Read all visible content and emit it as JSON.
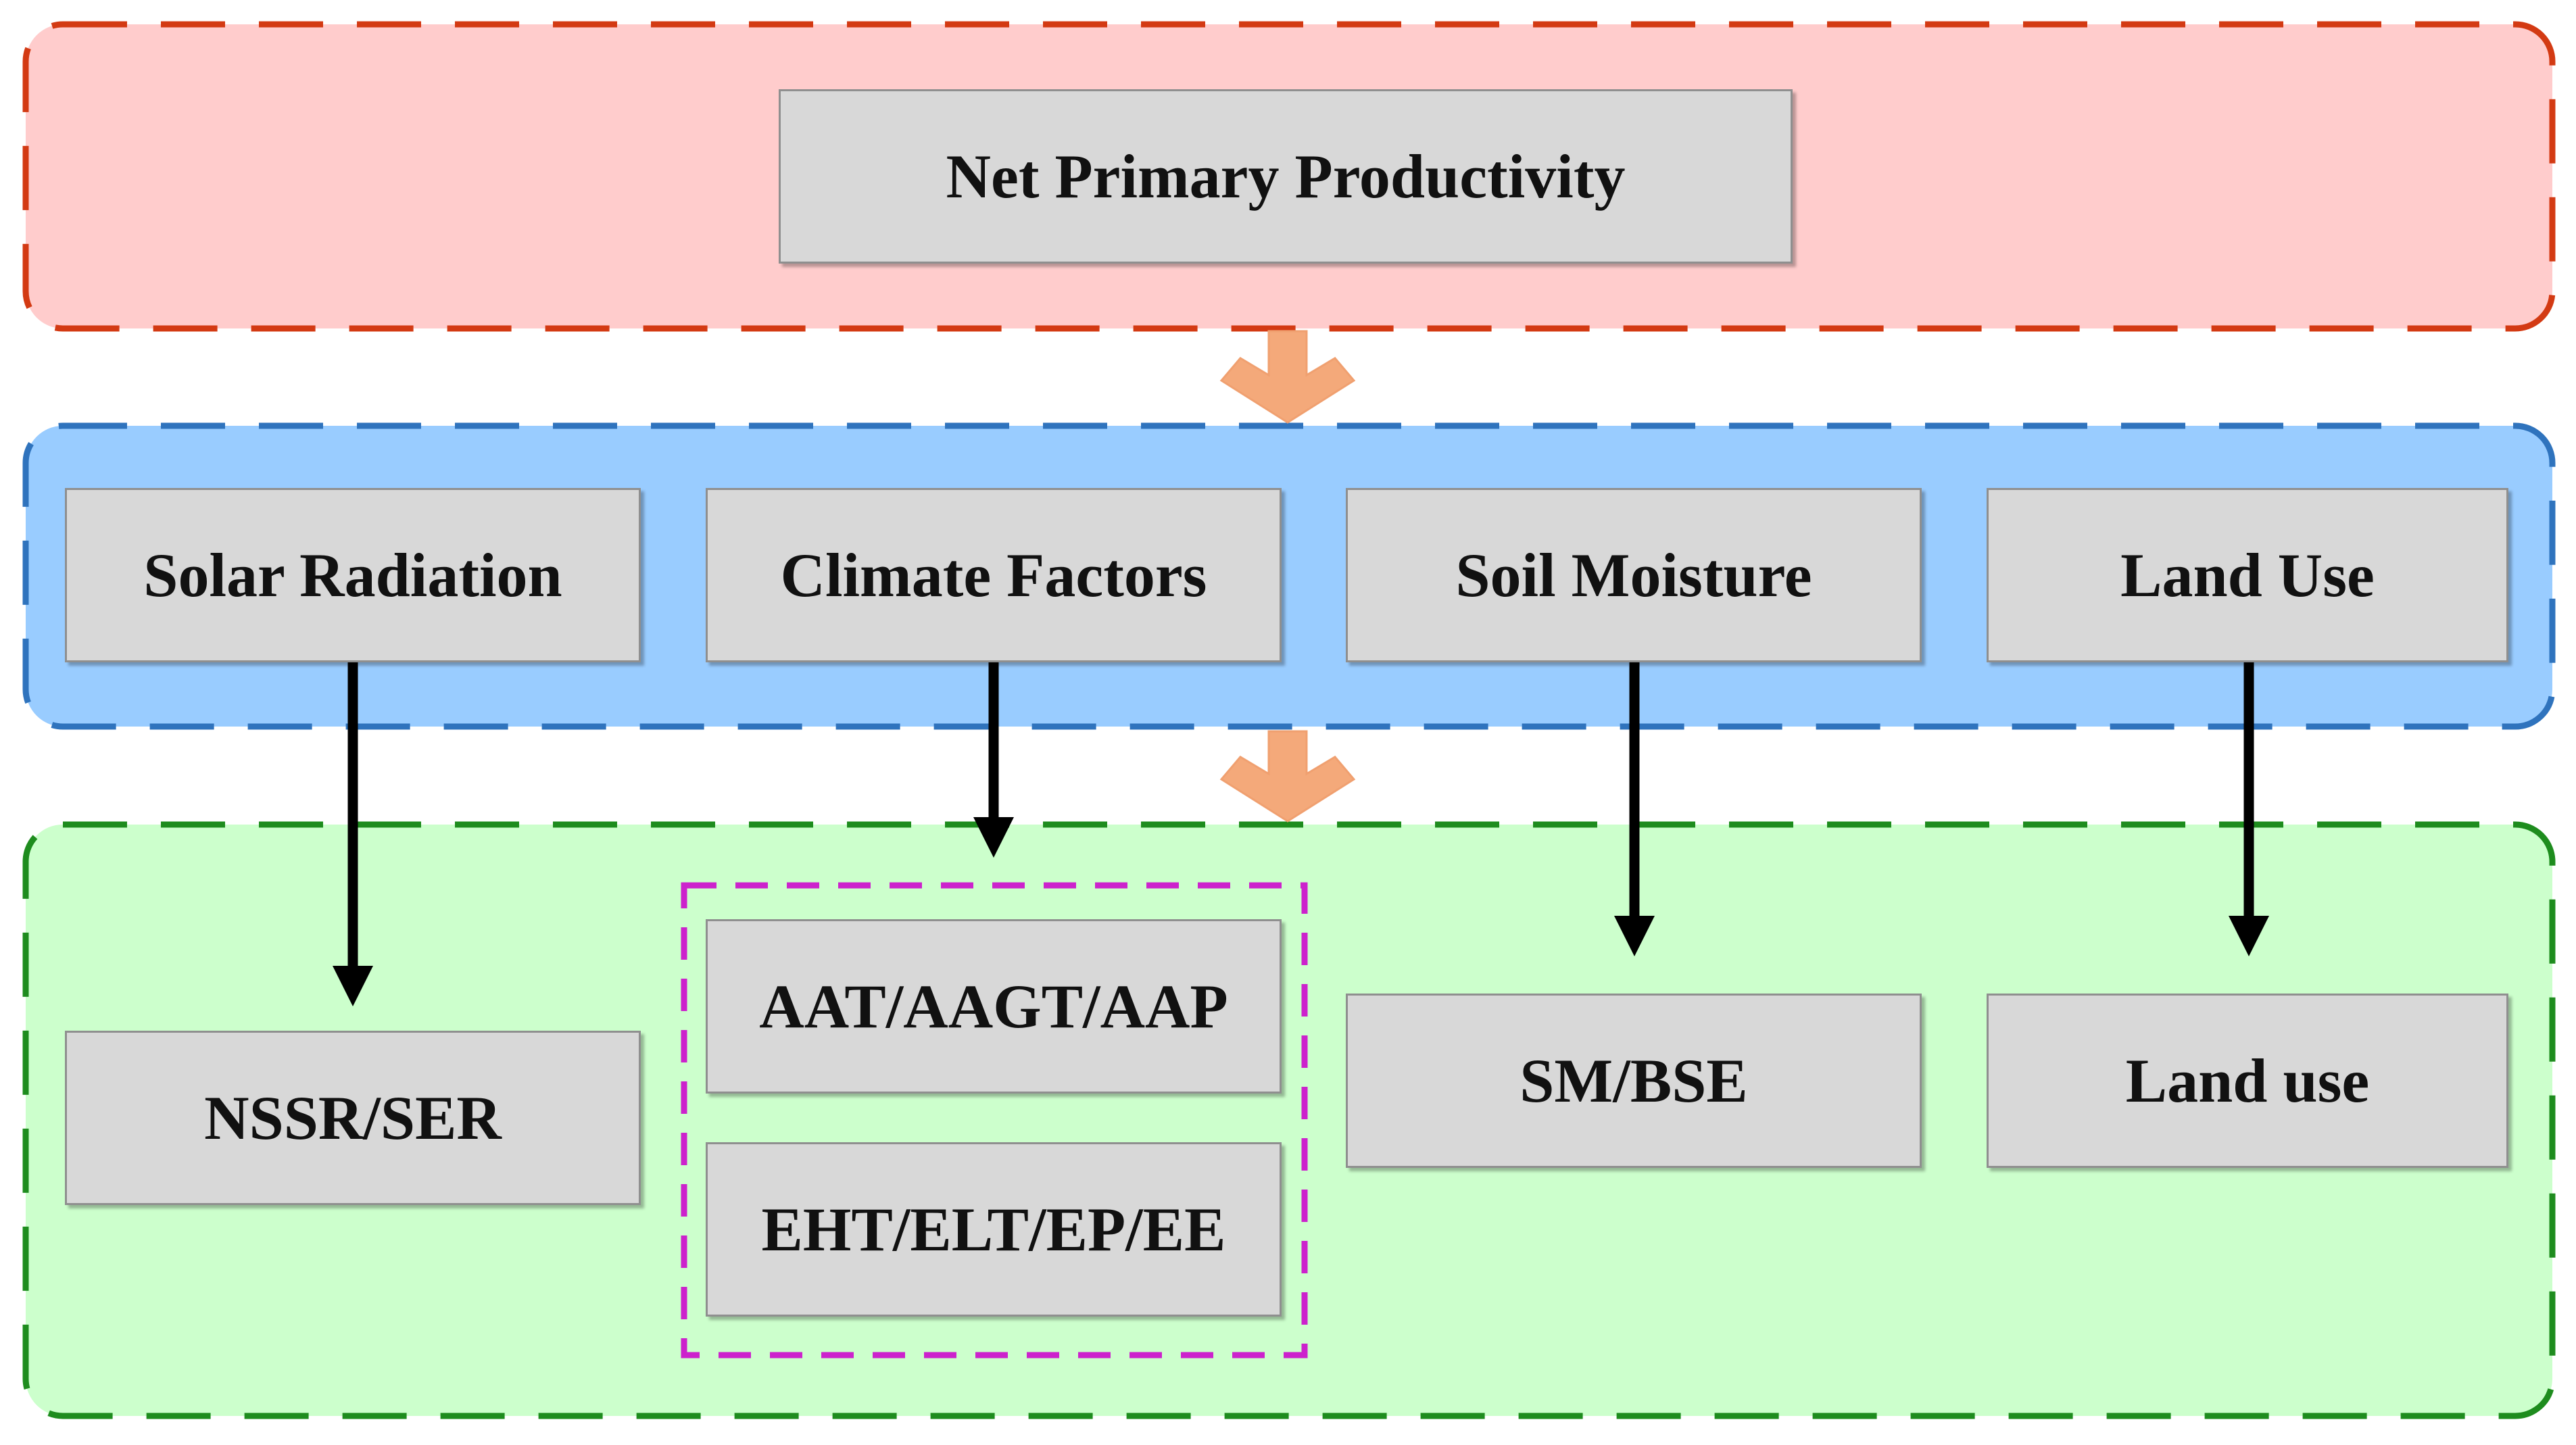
{
  "top_layer": {
    "box": "Net Primary Productivity"
  },
  "middle_layer": {
    "boxes": [
      "Solar Radiation",
      "Climate Factors",
      "Soil Moisture",
      "Land Use"
    ]
  },
  "bottom_layer": {
    "boxes": [
      "NSSR/SER",
      "AAT/AAGT/AAP",
      "EHT/ELT/EP/EE",
      "SM/BSE",
      "Land use"
    ]
  },
  "colors": {
    "top_fill": "#ffcccc",
    "top_border": "#d33a13",
    "middle_fill": "#99ccff",
    "middle_border": "#2f73bd",
    "bottom_fill": "#ccffcc",
    "bottom_border": "#1e8c1e",
    "group_border": "#cc22cc",
    "down_arrow": "#f4a97a",
    "connector": "#000000",
    "box_fill": "#d8d8d8"
  },
  "icons": [
    "block-arrow-down-icon",
    "arrow-down-icon"
  ]
}
